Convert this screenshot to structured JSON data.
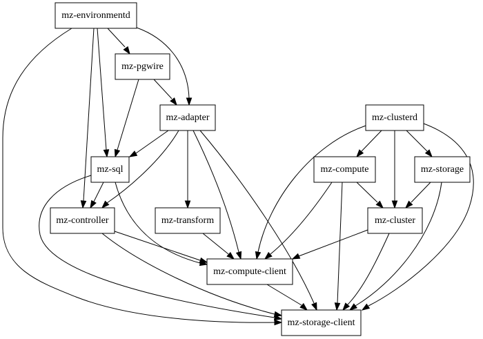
{
  "diagram": {
    "type": "directed-graph",
    "nodes": [
      {
        "id": "mz-environmentd",
        "label": "mz-environmentd"
      },
      {
        "id": "mz-pgwire",
        "label": "mz-pgwire"
      },
      {
        "id": "mz-adapter",
        "label": "mz-adapter"
      },
      {
        "id": "mz-sql",
        "label": "mz-sql"
      },
      {
        "id": "mz-controller",
        "label": "mz-controller"
      },
      {
        "id": "mz-transform",
        "label": "mz-transform"
      },
      {
        "id": "mz-compute-client",
        "label": "mz-compute-client"
      },
      {
        "id": "mz-storage-client",
        "label": "mz-storage-client"
      },
      {
        "id": "mz-clusterd",
        "label": "mz-clusterd"
      },
      {
        "id": "mz-compute",
        "label": "mz-compute"
      },
      {
        "id": "mz-storage",
        "label": "mz-storage"
      },
      {
        "id": "mz-cluster",
        "label": "mz-cluster"
      }
    ],
    "edges": [
      {
        "from": "mz-environmentd",
        "to": "mz-pgwire"
      },
      {
        "from": "mz-environmentd",
        "to": "mz-adapter"
      },
      {
        "from": "mz-environmentd",
        "to": "mz-sql"
      },
      {
        "from": "mz-environmentd",
        "to": "mz-controller"
      },
      {
        "from": "mz-environmentd",
        "to": "mz-storage-client"
      },
      {
        "from": "mz-pgwire",
        "to": "mz-adapter"
      },
      {
        "from": "mz-pgwire",
        "to": "mz-sql"
      },
      {
        "from": "mz-adapter",
        "to": "mz-sql"
      },
      {
        "from": "mz-adapter",
        "to": "mz-controller"
      },
      {
        "from": "mz-adapter",
        "to": "mz-transform"
      },
      {
        "from": "mz-adapter",
        "to": "mz-compute-client"
      },
      {
        "from": "mz-adapter",
        "to": "mz-storage-client"
      },
      {
        "from": "mz-sql",
        "to": "mz-controller"
      },
      {
        "from": "mz-sql",
        "to": "mz-compute-client"
      },
      {
        "from": "mz-sql",
        "to": "mz-storage-client"
      },
      {
        "from": "mz-controller",
        "to": "mz-compute-client"
      },
      {
        "from": "mz-controller",
        "to": "mz-storage-client"
      },
      {
        "from": "mz-transform",
        "to": "mz-compute-client"
      },
      {
        "from": "mz-compute-client",
        "to": "mz-storage-client"
      },
      {
        "from": "mz-clusterd",
        "to": "mz-compute"
      },
      {
        "from": "mz-clusterd",
        "to": "mz-storage"
      },
      {
        "from": "mz-clusterd",
        "to": "mz-cluster"
      },
      {
        "from": "mz-clusterd",
        "to": "mz-compute-client"
      },
      {
        "from": "mz-clusterd",
        "to": "mz-storage-client"
      },
      {
        "from": "mz-compute",
        "to": "mz-cluster"
      },
      {
        "from": "mz-compute",
        "to": "mz-compute-client"
      },
      {
        "from": "mz-compute",
        "to": "mz-storage-client"
      },
      {
        "from": "mz-storage",
        "to": "mz-cluster"
      },
      {
        "from": "mz-storage",
        "to": "mz-storage-client"
      },
      {
        "from": "mz-cluster",
        "to": "mz-compute-client"
      },
      {
        "from": "mz-cluster",
        "to": "mz-storage-client"
      }
    ]
  }
}
